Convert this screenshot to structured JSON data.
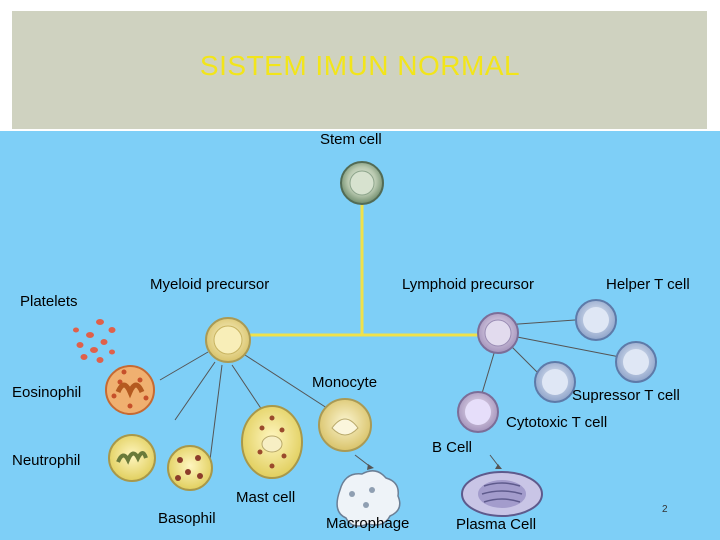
{
  "title": "SISTEM IMUN NORMAL",
  "slide_number": "2",
  "labels": {
    "stem_cell": "Stem cell",
    "myeloid_precursor": "Myeloid precursor",
    "lymphoid_precursor": "Lymphoid precursor",
    "helper_t_cell": "Helper T cell",
    "platelets": "Platelets",
    "eosinophil": "Eosinophil",
    "monocyte": "Monocyte",
    "supressor_t_cell": "Supressor T cell",
    "cytotoxic_t_cell": "Cytotoxic T cell",
    "b_cell": "B Cell",
    "neutrophil": "Neutrophil",
    "mast_cell": "Mast cell",
    "basophil": "Basophil",
    "macrophage": "Macrophage",
    "plasma_cell": "Plasma Cell"
  },
  "colors": {
    "title_text": "#f2e51a",
    "title_band": "#cfd2c0",
    "diagram_background": "#7ecff7",
    "branch_lines": "#f0e24a"
  }
}
